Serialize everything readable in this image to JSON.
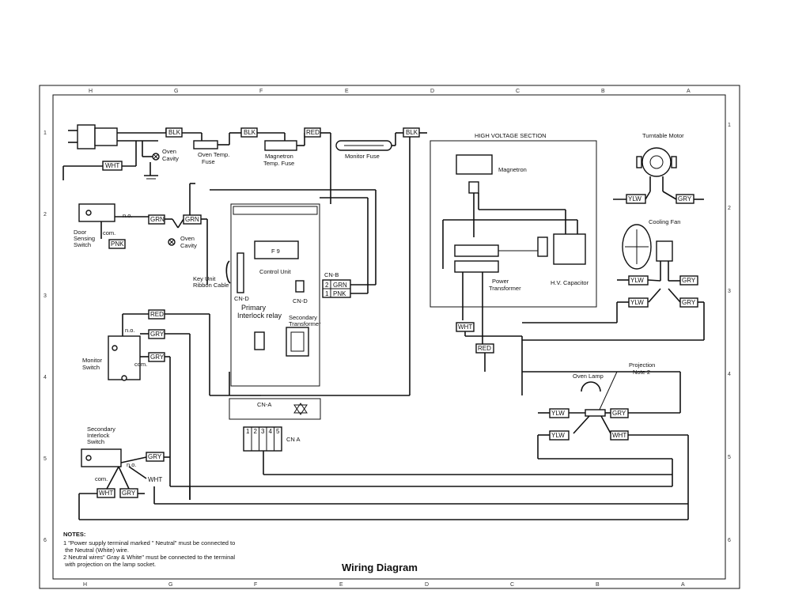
{
  "title": "Wiring Diagram",
  "grid": {
    "top_letters": [
      "H",
      "G",
      "F",
      "E",
      "D",
      "C",
      "B",
      "A"
    ],
    "bottom_letters": [
      "H",
      "G",
      "F",
      "E",
      "D",
      "C",
      "B",
      "A"
    ],
    "left_numbers": [
      "1",
      "2",
      "3",
      "4",
      "5",
      "6"
    ],
    "right_numbers": [
      "1",
      "2",
      "3",
      "4",
      "5",
      "6"
    ]
  },
  "section_title": "HIGH VOLTAGE SECTION",
  "wire_tags": {
    "blk1": "BLK",
    "blk2": "BLK",
    "blk3": "BLK",
    "red1": "RED",
    "wht_plug": "WHT",
    "grn1": "GRN",
    "grn2": "GRN",
    "pnk1": "PNK",
    "red_mon": "RED",
    "gry_mon1": "GRY",
    "gry_mon2": "GRY",
    "gry_sec": "GRY",
    "wht_sec1": "WHT",
    "gry_sec2": "GRY",
    "cnb_grn": "GRN",
    "cnb_pnk": "PNK",
    "cnb_2": "2",
    "cnb_1": "1",
    "wht_hv": "WHT",
    "red_hv": "RED",
    "ylw_tt": "YLW",
    "gry_tt": "GRY",
    "ylw_fan1": "YLW",
    "ylw_fan2": "YLW",
    "gry_fan1": "GRY",
    "gry_fan2": "GRY",
    "ylw_lamp1": "YLW",
    "ylw_lamp2": "YLW",
    "gry_lamp": "GRY",
    "wht_lamp": "WHT"
  },
  "labels": {
    "oven_cavity1": "Oven\nCavity",
    "oven_cavity2": "Oven\nCavity",
    "oven_temp_fuse": "Oven Temp.\nFuse",
    "magnetron_temp_fuse": "Magnetron\nTemp. Fuse",
    "monitor_fuse": "Monitor Fuse",
    "door_sensing_switch": "Door\nSensing\nSwitch",
    "com1": "com.",
    "no1": "n.o.",
    "key_ribbon": "Key Unit\nRibbon Cable",
    "control_unit": "Control Unit",
    "cn_b": "CN-B",
    "cn_d1": "CN-D",
    "cn_d2": "CN-D",
    "primary_relay": "Primary\nInterlock relay",
    "secondary_transformer": "Secondary\nTransformer",
    "monitor_switch": "Monitor\nSwitch",
    "no2": "n.o.",
    "com2": "com.",
    "secondary_interlock": "Secondary\nInterlock\nSwitch",
    "no3": "n.o.",
    "com3": "com.",
    "cn_a": "CN-A",
    "cn_a2": "CN A",
    "cn_a_pins": [
      "1",
      "2",
      "3",
      "4",
      "5"
    ],
    "magnetron": "Magnetron",
    "power_transformer": "Power\nTransformer",
    "hv_capacitor": "H.V. Capacitor",
    "turntable_motor": "Turntable Motor",
    "cooling_fan": "Cooling Fan",
    "oven_lamp": "Oven Lamp",
    "projection": "Projection\nNote 2"
  },
  "notes": {
    "heading": "NOTES:",
    "items": [
      "1   \"Power supply terminal marked \" Neutral\" must be connected to",
      "     the Neutral (White) wire.",
      "2   Neutral wires\" Gray & White\" must be connected to the terminal",
      "     with projection on the lamp socket."
    ]
  }
}
